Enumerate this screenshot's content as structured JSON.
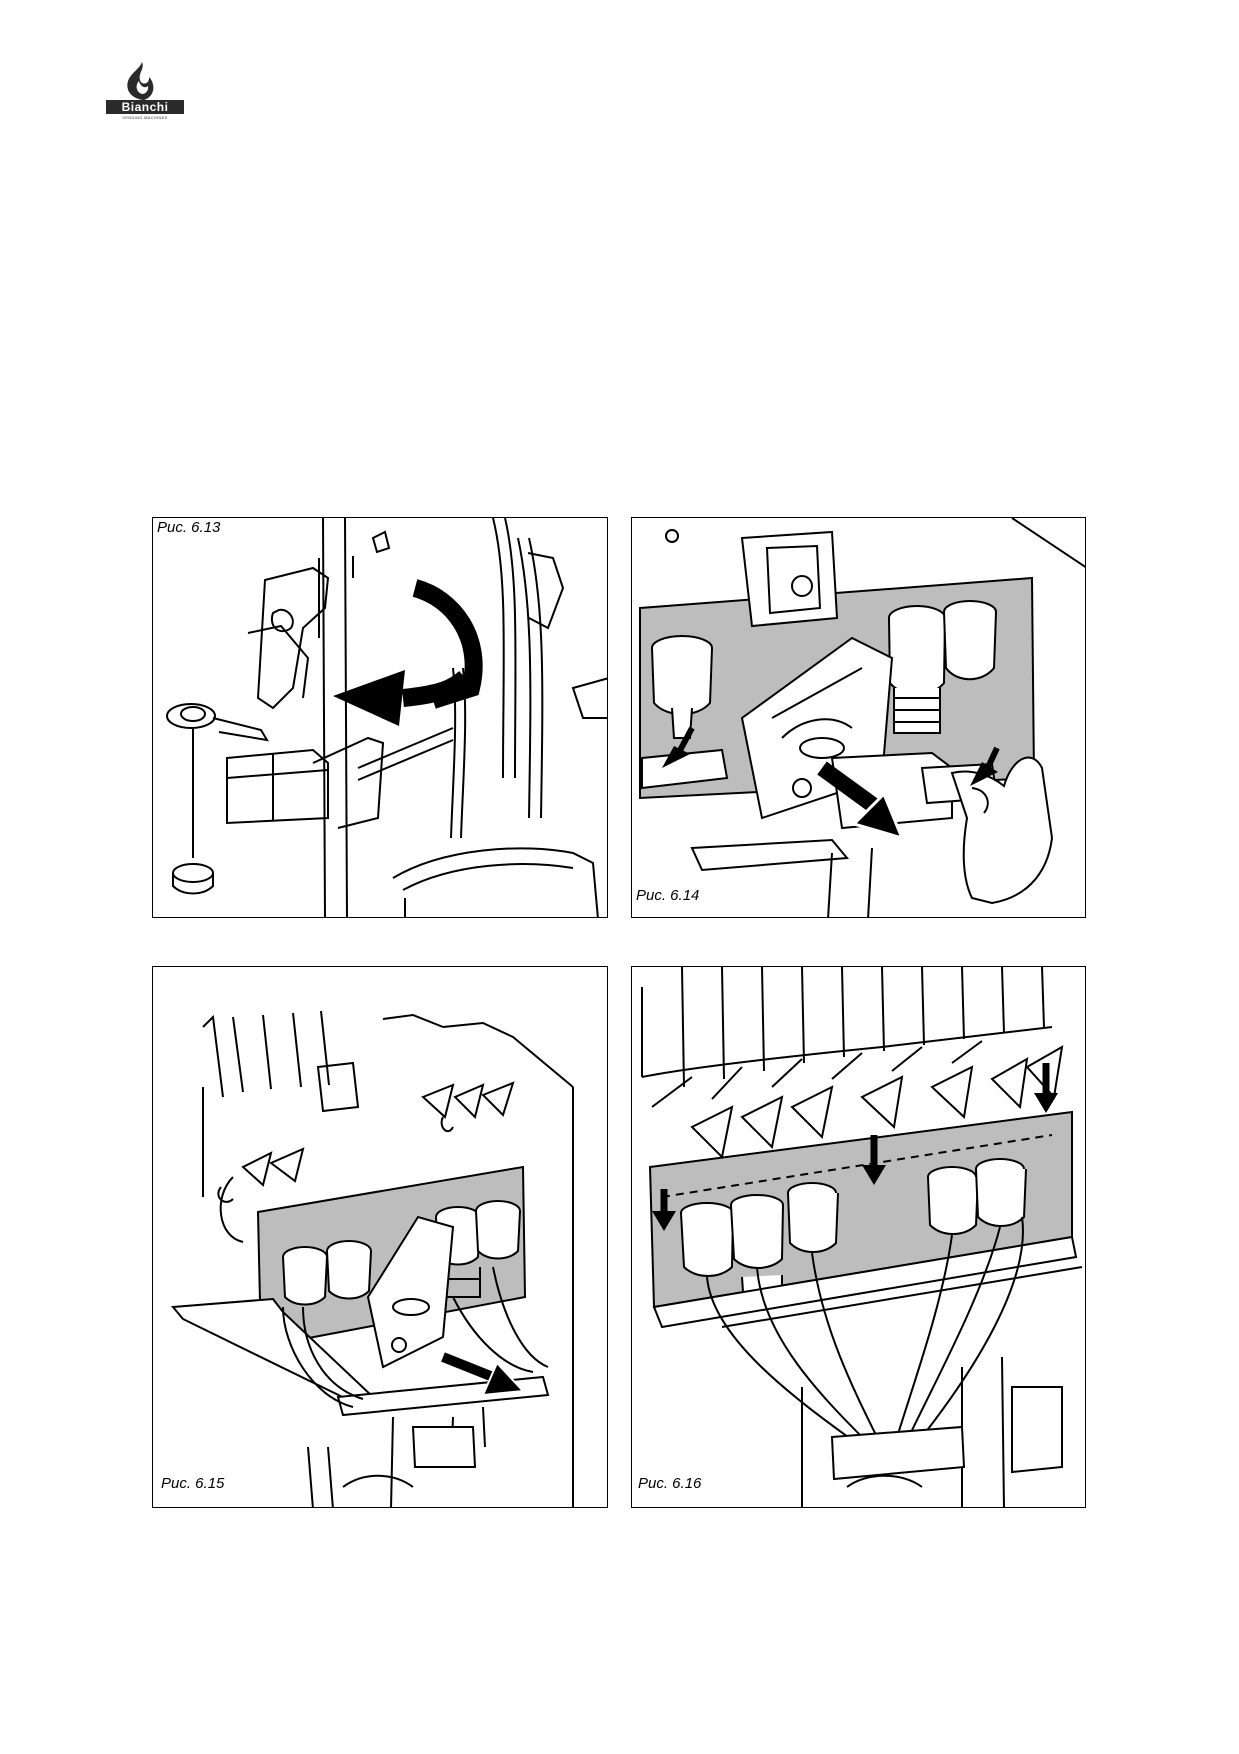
{
  "header": {
    "brand": "Bianchi",
    "tagline": "VENDING MACHINES",
    "logo_icon": "bianchi-flame-logo-icon"
  },
  "figures": [
    {
      "caption": "Рис. 6.13",
      "illustration": "brewer-rotate-illustration"
    },
    {
      "caption": "Рис. 6.14",
      "illustration": "mixer-pull-illustration"
    },
    {
      "caption": "Рис. 6.15",
      "illustration": "mixer-panel-removal-illustration"
    },
    {
      "caption": "Рис. 6.16",
      "illustration": "mixer-panel-refit-illustration"
    }
  ],
  "colors": {
    "ink": "#000000",
    "panel_grey": "#bdbdbd",
    "paper": "#ffffff"
  }
}
